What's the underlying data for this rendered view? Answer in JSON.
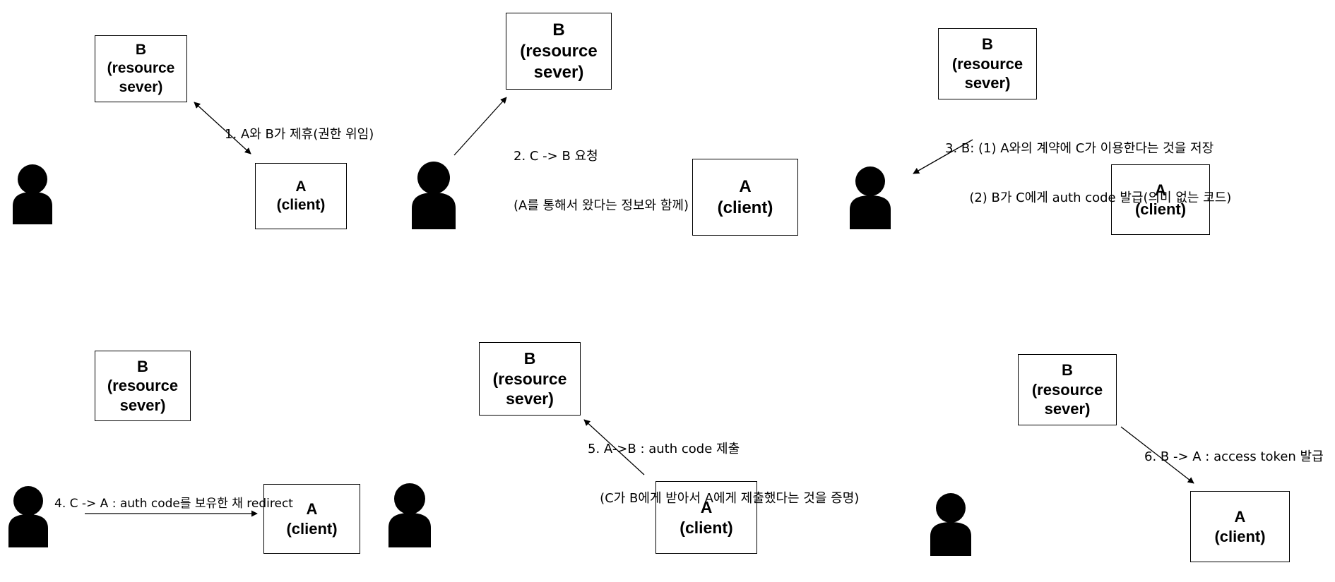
{
  "panels": [
    {
      "b_box": [
        "B",
        "(resource",
        "sever)"
      ],
      "a_box": [
        "A",
        "(client)"
      ],
      "label": [
        "1. A와 B가 제휴(권한 위임)"
      ]
    },
    {
      "b_box": [
        "B",
        "(resource",
        "sever)"
      ],
      "a_box": [
        "A",
        "(client)"
      ],
      "label": [
        "2. C -> B 요청",
        "(A를 통해서 왔다는 정보와 함께)"
      ]
    },
    {
      "b_box": [
        "B",
        "(resource",
        "sever)"
      ],
      "a_box": [
        "A",
        "(client)"
      ],
      "label": [
        "3. B: (1) A와의 계약에 C가 이용한다는 것을 저장",
        "      (2) B가 C에게 auth code 발급(의미 없는 코드)"
      ]
    },
    {
      "b_box": [
        "B",
        "(resource",
        "sever)"
      ],
      "a_box": [
        "A",
        "(client)"
      ],
      "label": [
        "4. C -> A : auth code를 보유한 채 redirect"
      ]
    },
    {
      "b_box": [
        "B",
        "(resource",
        "sever)"
      ],
      "a_box": [
        "A",
        "(client)"
      ],
      "label": [
        "5. A->B : auth code 제출",
        "   (C가 B에게 받아서 A에게 제출했다는 것을 증명)"
      ]
    },
    {
      "b_box": [
        "B",
        "(resource",
        "sever)"
      ],
      "a_box": [
        "A",
        "(client)"
      ],
      "label": [
        "6. B -> A : access token 발급"
      ]
    }
  ],
  "icons": {
    "user": "person-silhouette-icon"
  }
}
